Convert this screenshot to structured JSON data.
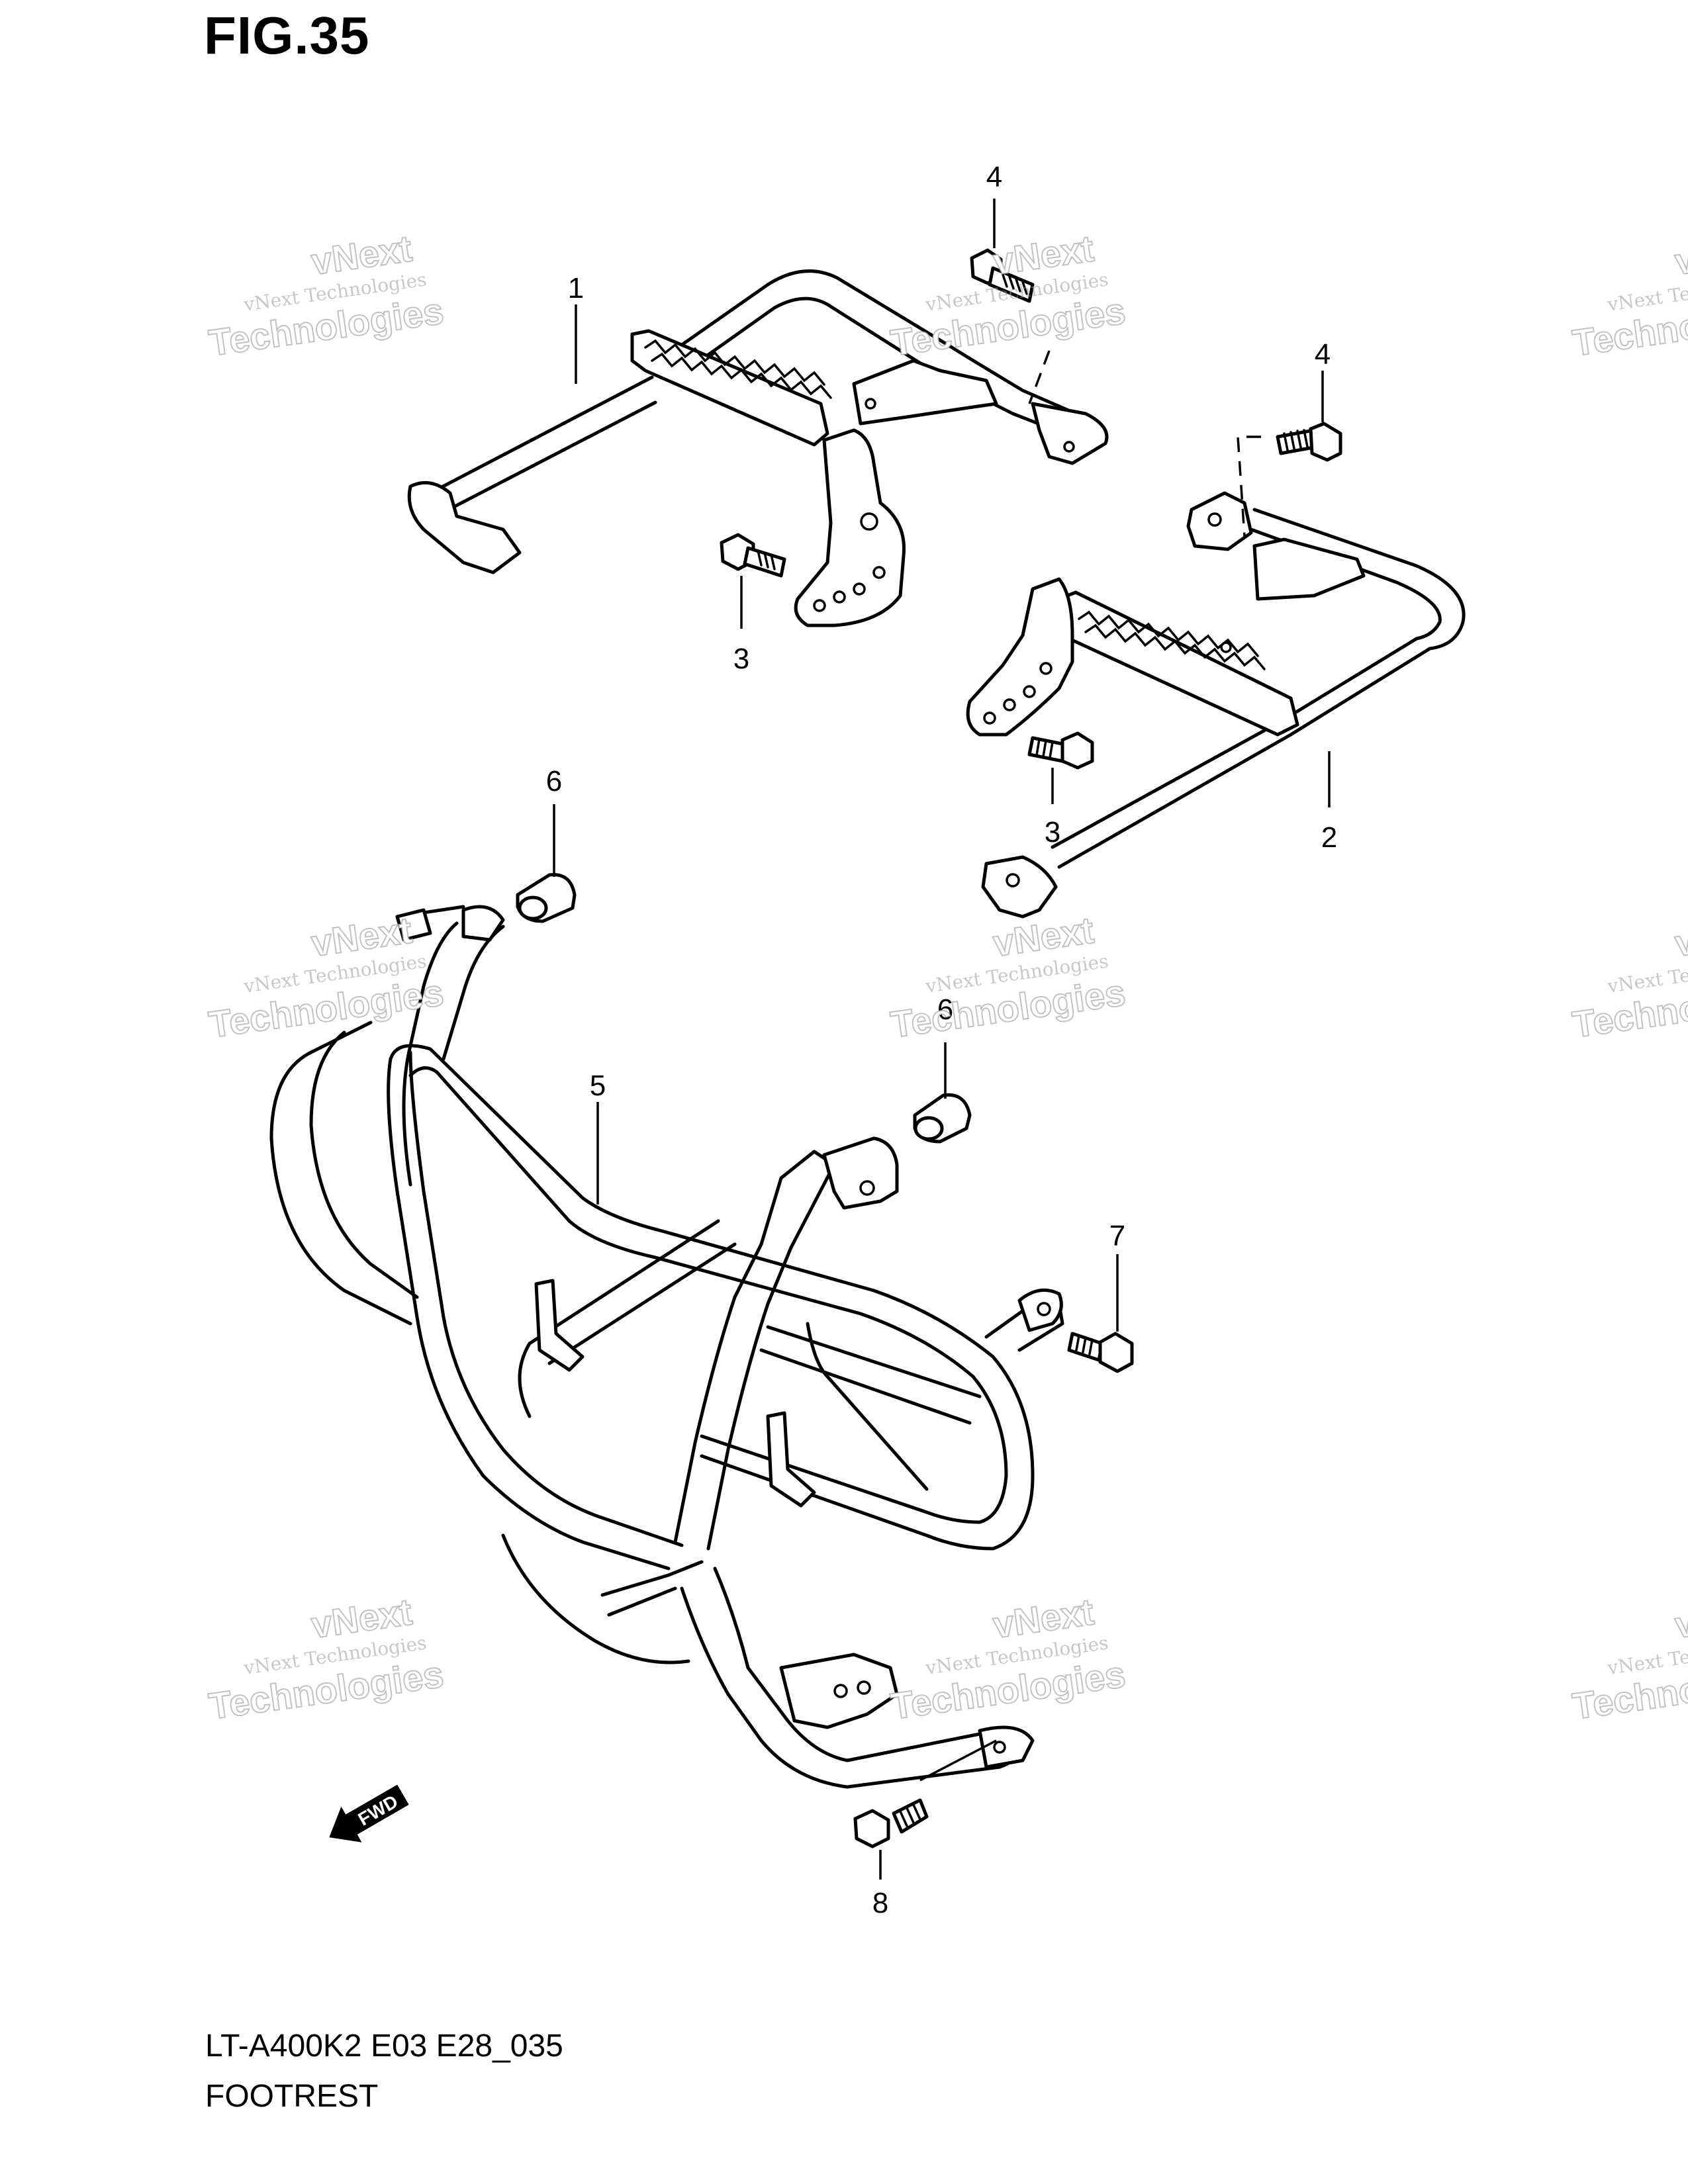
{
  "figure": {
    "title": "FIG.35",
    "model_code": "LT-A400K2 E03 E28_035",
    "name": "FOOTREST"
  },
  "callouts": [
    "1",
    "2",
    "3",
    "3",
    "4",
    "4",
    "5",
    "6",
    "6",
    "7",
    "8"
  ],
  "direction_marker": "FWD",
  "watermark": {
    "line1": "vNext Technologies",
    "line2_top": "vNext",
    "line2_bottom": "Technologies"
  },
  "colors": {
    "line": "#000000",
    "watermark": "#9a9a9a",
    "background": "#ffffff"
  }
}
